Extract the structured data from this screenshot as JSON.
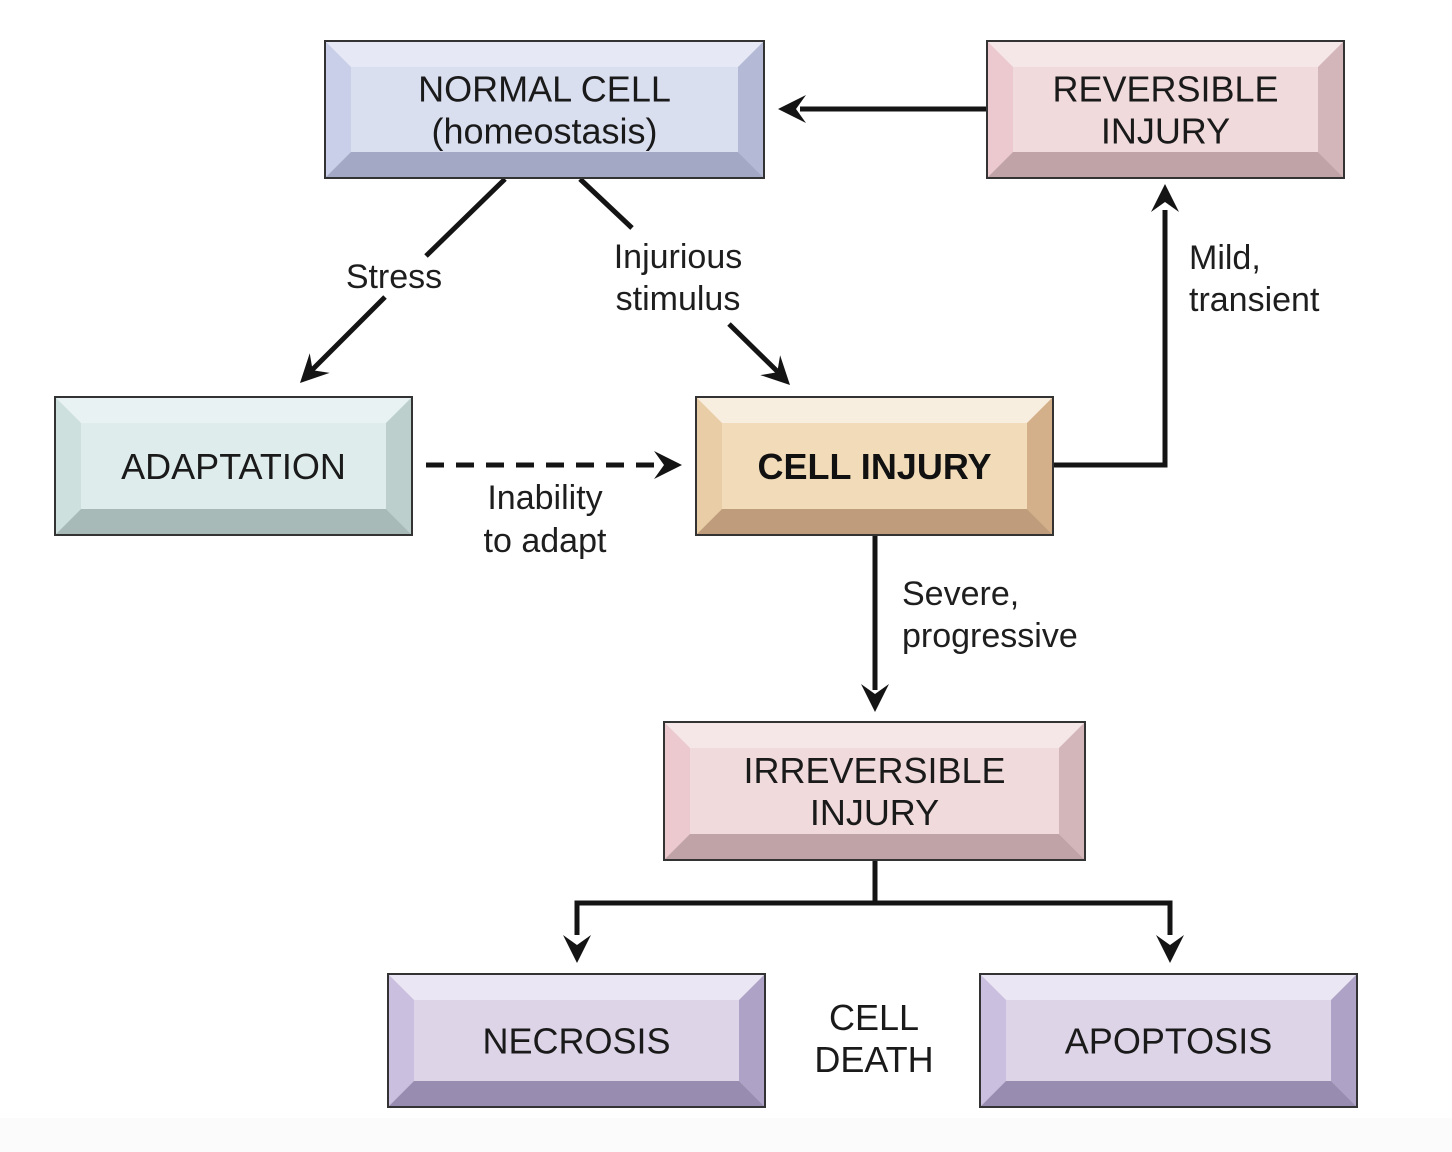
{
  "diagram": {
    "title": "Cell injury pathway",
    "nodes": [
      {
        "id": "normal",
        "lines": [
          "NORMAL CELL",
          "(homeostasis)"
        ],
        "bold": false,
        "colors": {
          "face": "#dadff0",
          "top": "#e6e9f5",
          "left": "#c9cfe8",
          "right": "#b4bad6",
          "bottom": "#a3a8c4"
        }
      },
      {
        "id": "reversible",
        "lines": [
          "REVERSIBLE",
          "INJURY"
        ],
        "bold": false,
        "colors": {
          "face": "#f0dadc",
          "top": "#f5e6e8",
          "left": "#ecc9ce",
          "right": "#d3b6ba",
          "bottom": "#c0a3a6"
        }
      },
      {
        "id": "adaptation",
        "lines": [
          "ADAPTATION"
        ],
        "bold": false,
        "colors": {
          "face": "#deecec",
          "top": "#e8f2f2",
          "left": "#cde0de",
          "right": "#bccfcc",
          "bottom": "#a8bab8"
        }
      },
      {
        "id": "injury",
        "lines": [
          "CELL INJURY"
        ],
        "bold": true,
        "colors": {
          "face": "#f1dbb8",
          "top": "#f8eee0",
          "left": "#e9cda6",
          "right": "#d3b08a",
          "bottom": "#bf9d7c"
        }
      },
      {
        "id": "irreversible",
        "lines": [
          "IRREVERSIBLE",
          "INJURY"
        ],
        "bold": false,
        "colors": {
          "face": "#f0dadc",
          "top": "#f5e6e8",
          "left": "#ecc9ce",
          "right": "#d3b6ba",
          "bottom": "#c0a3a6"
        }
      },
      {
        "id": "necrosis",
        "lines": [
          "NECROSIS"
        ],
        "bold": false,
        "colors": {
          "face": "#ddd4e8",
          "top": "#ebe6f3",
          "left": "#cbbfdf",
          "right": "#aea2c6",
          "bottom": "#988cb0"
        }
      },
      {
        "id": "apoptosis",
        "lines": [
          "APOPTOSIS"
        ],
        "bold": false,
        "colors": {
          "face": "#ddd4e8",
          "top": "#ebe6f3",
          "left": "#cbbfdf",
          "right": "#aea2c6",
          "bottom": "#988cb0"
        }
      }
    ],
    "edges": [
      {
        "from": "normal",
        "to": "adaptation",
        "label": [
          "Stress"
        ],
        "style": "solid"
      },
      {
        "from": "normal",
        "to": "injury",
        "label": [
          "Injurious",
          "stimulus"
        ],
        "style": "solid"
      },
      {
        "from": "adaptation",
        "to": "injury",
        "label": [
          "Inability",
          "to adapt"
        ],
        "style": "dashed"
      },
      {
        "from": "injury",
        "to": "reversible",
        "label": [
          "Mild,",
          "transient"
        ],
        "style": "solid"
      },
      {
        "from": "reversible",
        "to": "normal",
        "label": [],
        "style": "solid"
      },
      {
        "from": "injury",
        "to": "irreversible",
        "label": [
          "Severe,",
          "progressive"
        ],
        "style": "solid"
      },
      {
        "from": "irreversible",
        "to": "necrosis",
        "label": [],
        "style": "solid"
      },
      {
        "from": "irreversible",
        "to": "apoptosis",
        "label": [],
        "style": "solid"
      }
    ],
    "group_label": [
      "CELL",
      "DEATH"
    ]
  }
}
